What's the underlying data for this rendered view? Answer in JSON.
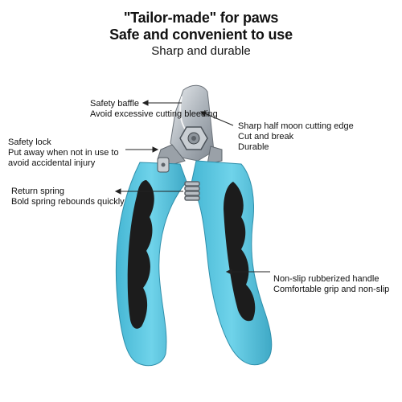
{
  "title": {
    "line1": "\"Tailor-made\" for paws",
    "line2": "Safe and convenient to use",
    "line3": "Sharp and durable"
  },
  "callouts": {
    "safety_baffle": {
      "title": "Safety baffle",
      "desc": "Avoid excessive cutting bleeding"
    },
    "safety_lock": {
      "title": "Safety lock",
      "desc1": "Put away when not in use to",
      "desc2": "avoid accidental injury"
    },
    "return_spring": {
      "title": "Return spring",
      "desc": "Bold spring rebounds quickly"
    },
    "cutting_edge": {
      "title": "Sharp half moon cutting edge",
      "desc1": "Cut and break",
      "desc2": "Durable"
    },
    "handle": {
      "title": "Non-slip rubberized handle",
      "desc": "Comfortable grip and non-slip"
    }
  },
  "colors": {
    "handle_blue": "#5cc8e3",
    "grip_black": "#1c1c1c",
    "steel": "#bfc5cb"
  }
}
